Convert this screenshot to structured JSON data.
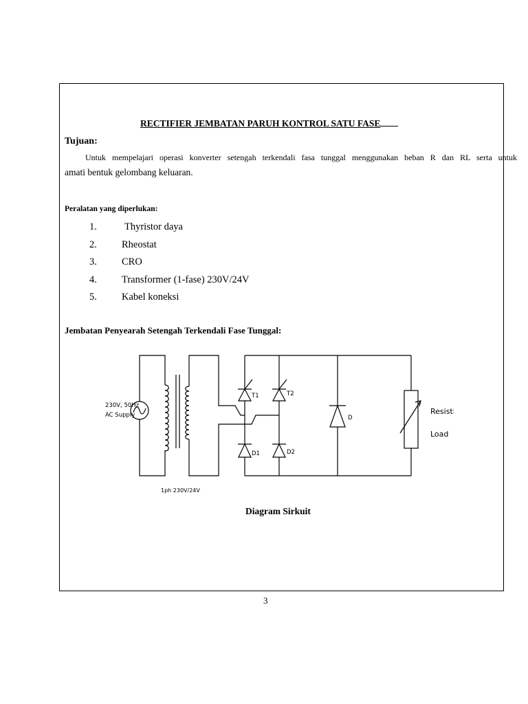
{
  "title": "RECTIFIER JEMBATAN PARUH KONTROL SATU FASE",
  "objective": {
    "heading": "Tujuan:",
    "line1": "Untuk mempelajari operasi konverter setengah terkendali fasa tunggal menggunakan beban R dan RL serta untuk",
    "line2": "amati bentuk gelombang keluaran."
  },
  "equipment": {
    "heading": "Peralatan yang diperlukan:",
    "items": [
      {
        "num": "1.",
        "text": "Thyristor daya"
      },
      {
        "num": "2.",
        "text": "Rheostat"
      },
      {
        "num": "3.",
        "text": "CRO"
      },
      {
        "num": "4.",
        "text": "Transformer (1-fase) 230V/24V"
      },
      {
        "num": "5.",
        "text": "Kabel koneksi"
      }
    ]
  },
  "circuit_section": {
    "heading": "Jembatan Penyearah Setengah Terkendali Fase Tunggal:",
    "labels": {
      "supply_line1": "230V, 50Hz",
      "supply_line2": "AC Supply",
      "transformer": "1ph 230V/24V",
      "t1": "T1",
      "t2": "T2",
      "d1": "D1",
      "d2": "D2",
      "d": "D",
      "load_line1": "Resistive",
      "load_line2": "Load"
    },
    "caption": "Diagram Sirkuit"
  },
  "page_number": "3"
}
